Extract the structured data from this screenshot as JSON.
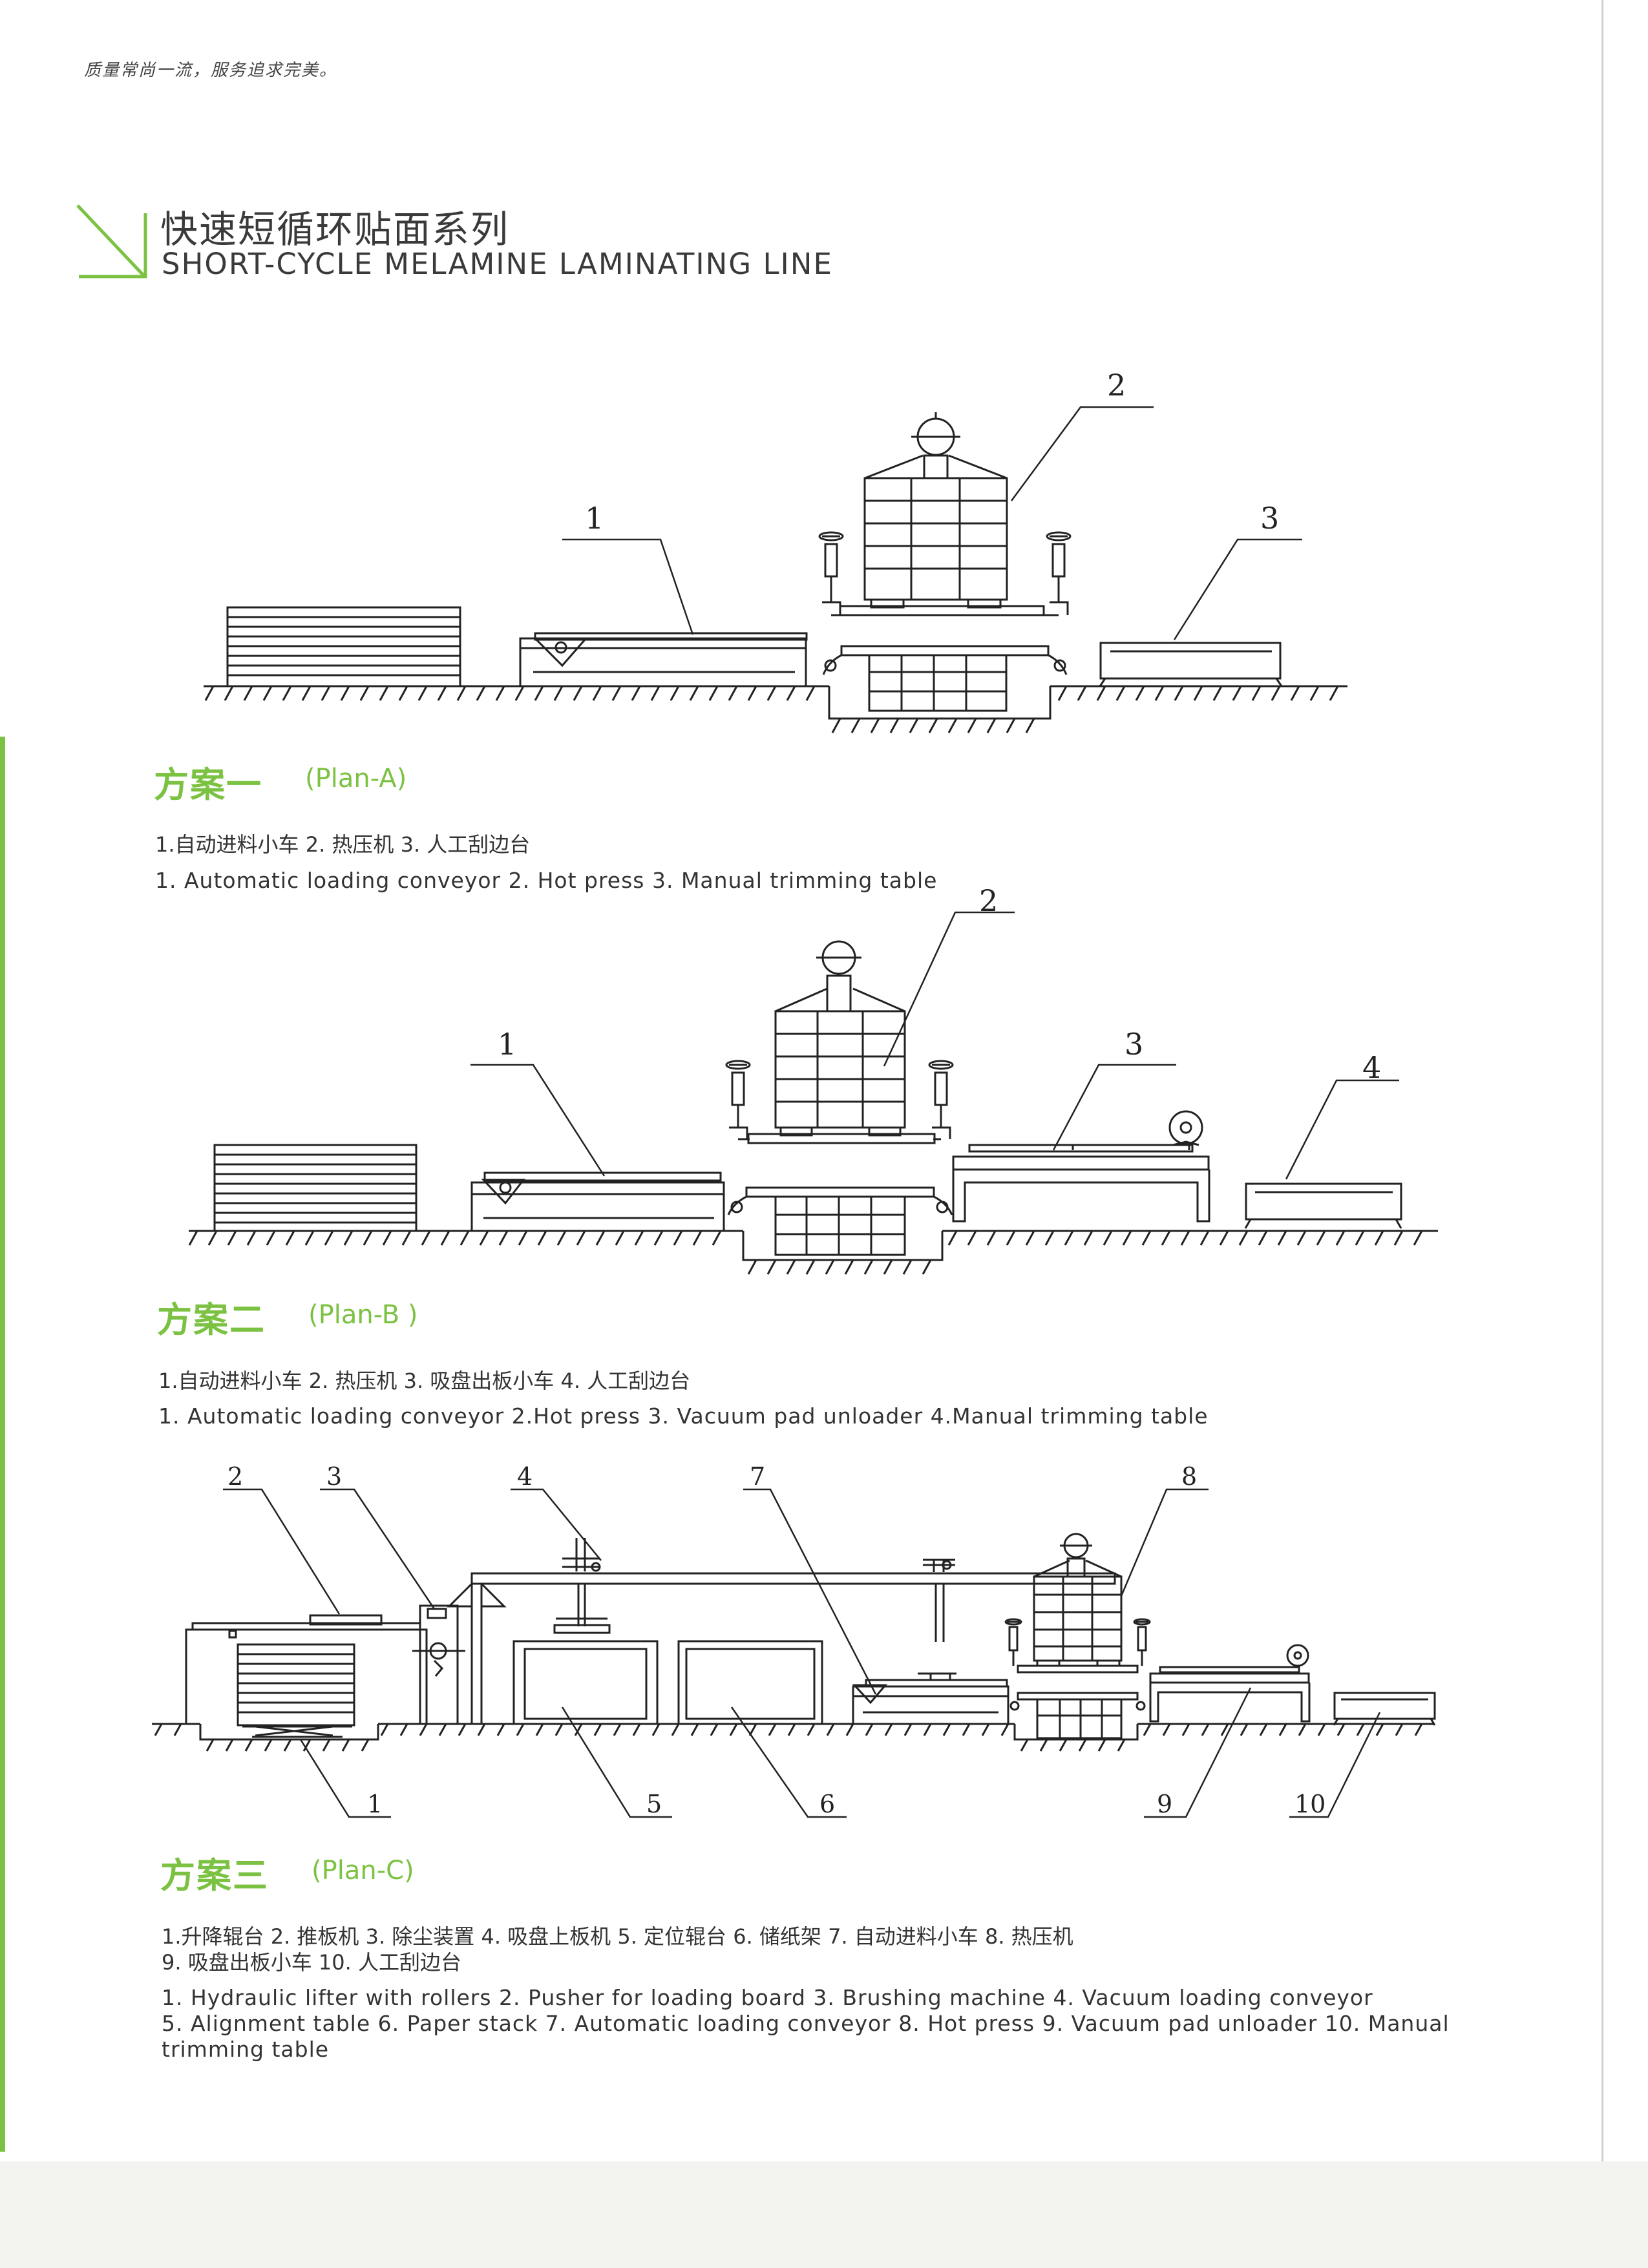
{
  "header": {
    "slogan": "质量常尚一流，服务追求完美。"
  },
  "title": {
    "cn": "快速短循环贴面系列",
    "en": "SHORT-CYCLE MELAMINE LAMINATING LINE"
  },
  "plans": [
    {
      "title_cn": "方案一",
      "title_en": "(Plan-A)",
      "caption_cn": "1.自动进料小车  2. 热压机  3. 人工刮边台",
      "caption_en": "1. Automatic loading conveyor  2. Hot press  3. Manual trimming table",
      "callouts": [
        "1",
        "2",
        "3"
      ]
    },
    {
      "title_cn": "方案二",
      "title_en": "(Plan-B )",
      "caption_cn": "1.自动进料小车  2. 热压机  3. 吸盘出板小车  4. 人工刮边台",
      "caption_en": "1. Automatic loading conveyor  2.Hot press  3. Vacuum pad unloader  4.Manual trimming table",
      "callouts": [
        "1",
        "2",
        "3",
        "4"
      ]
    },
    {
      "title_cn": "方案三",
      "title_en": "(Plan-C)",
      "caption_cn_1": "1.升降辊台  2. 推板机  3. 除尘装置  4. 吸盘上板机 5. 定位辊台  6. 储纸架  7. 自动进料小车  8. 热压机",
      "caption_cn_2": "9. 吸盘出板小车  10. 人工刮边台",
      "caption_en_1": "1. Hydraulic lifter with rollers  2. Pusher for loading board  3. Brushing machine  4. Vacuum loading conveyor",
      "caption_en_2": "5. Alignment table  6. Paper stack  7. Automatic loading conveyor  8. Hot press  9. Vacuum pad unloader  10. Manual",
      "caption_en_3": "trimming table",
      "callouts": [
        "1",
        "2",
        "3",
        "4",
        "5",
        "6",
        "7",
        "8",
        "9",
        "10"
      ]
    }
  ],
  "colors": {
    "accent_green": "#7cc242",
    "text": "#333333",
    "line": "#222222"
  }
}
